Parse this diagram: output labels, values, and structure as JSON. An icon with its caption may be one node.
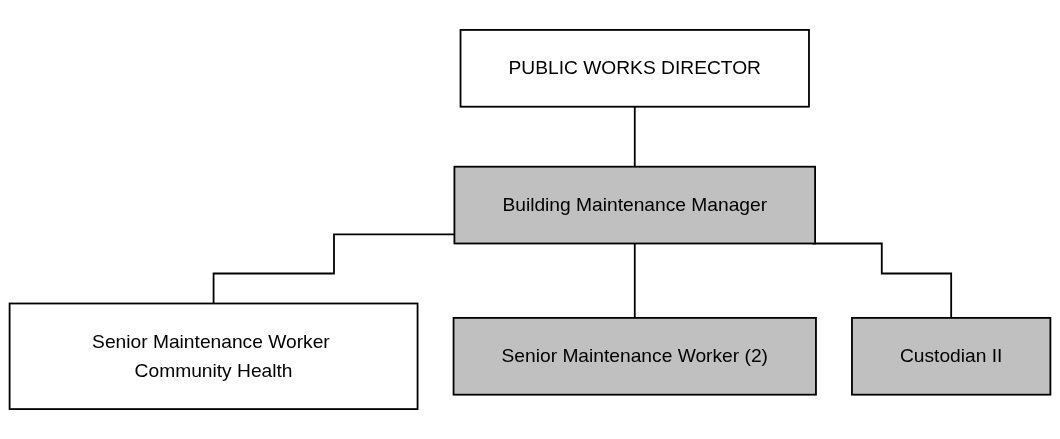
{
  "diagram": {
    "nodes": [
      {
        "text": [
          "PUBLIC WORKS DIRECTOR"
        ]
      },
      {
        "text": [
          "Building Maintenance Manager"
        ]
      },
      {
        "text": [
          "Senior Maintenance Worker Community Health"
        ]
      },
      {
        "text": [
          "Senior Maintenance Worker (2)"
        ]
      },
      {
        "text": [
          "Custodian II"
        ]
      }
    ],
    "edges": [
      {
        "from": 0,
        "to": 1,
        "arrow": "none"
      },
      {
        "from": 1,
        "to": 2,
        "arrow": "none"
      },
      {
        "from": 1,
        "to": 3,
        "arrow": "none"
      },
      {
        "from": 1,
        "to": 4,
        "arrow": "none"
      }
    ]
  }
}
